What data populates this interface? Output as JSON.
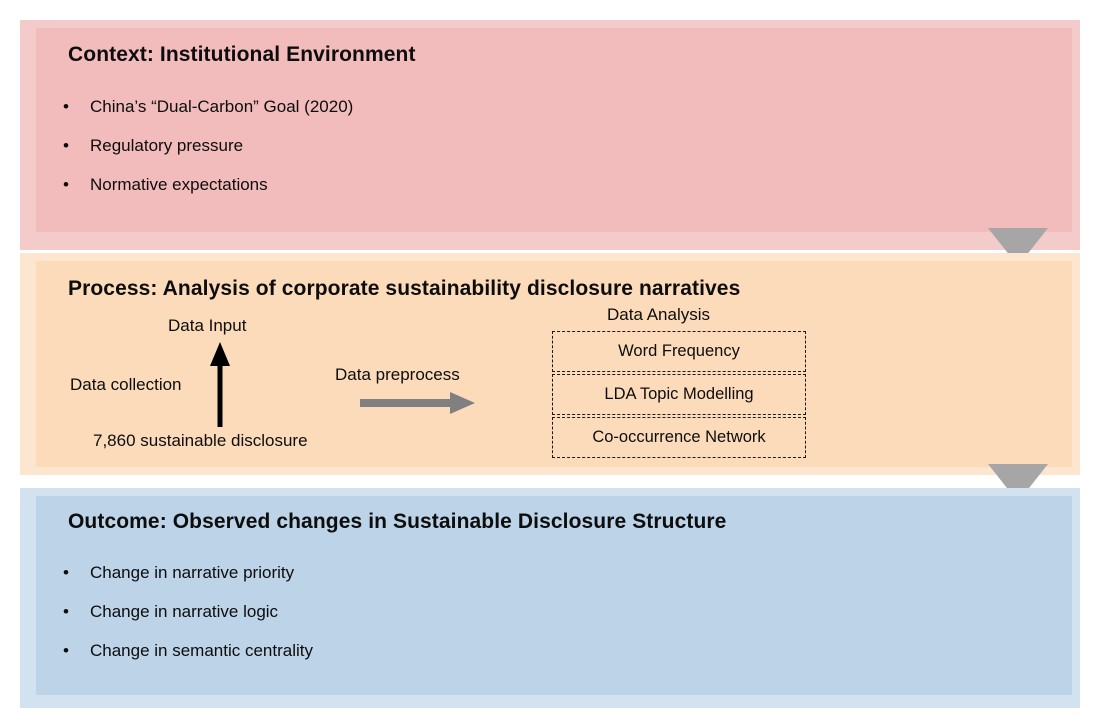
{
  "diagram": {
    "panels": [
      {
        "key": "context",
        "title": "Context: Institutional Environment",
        "fill_outer": "#F4CBCB",
        "fill_inner": "#F2BCBC",
        "bullet_marker": "•",
        "bullets": [
          "China’s “Dual-Carbon” Goal (2020)",
          "Regulatory pressure",
          "Normative expectations"
        ]
      },
      {
        "key": "process",
        "title": "Process: Analysis of corporate sustainability disclosure narratives",
        "fill_outer": "#FDE6CF",
        "fill_inner": "#FCDBBA",
        "labels": {
          "data_input": "Data Input",
          "data_collection": "Data collection",
          "sustainable_disclosure": "7,860 sustainable disclosure",
          "data_preprocess": "Data preprocess",
          "data_analysis": "Data Analysis"
        },
        "analysis_methods": [
          "Word Frequency",
          "LDA Topic Modelling",
          "Co-occurrence Network"
        ],
        "arrows": {
          "input_arrow_color": "#000000",
          "preprocess_arrow_color": "#808080"
        }
      },
      {
        "key": "outcome",
        "title": "Outcome: Observed changes in Sustainable Disclosure Structure",
        "fill_outer": "#D2E2F0",
        "fill_inner": "#BCD3E8",
        "bullet_marker": "•",
        "bullets": [
          "Change in narrative priority",
          "Change in narrative logic",
          "Change in semantic centrality"
        ]
      }
    ],
    "connectors": {
      "color": "#A6A6A6",
      "shape": "down-triangle",
      "count": 2
    }
  }
}
